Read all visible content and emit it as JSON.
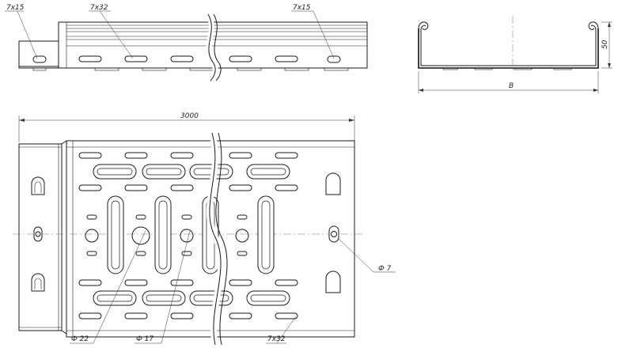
{
  "labels": {
    "top_left_hole": "7x15",
    "top_slot": "7x32",
    "top_right_hole": "7x15",
    "profile_height": "50",
    "profile_width": "B",
    "length": "3000",
    "hole_d7": "Ф 7",
    "hole_d22": "Ф 22",
    "hole_d17": "Ф 17",
    "bottom_slot": "7x32"
  }
}
